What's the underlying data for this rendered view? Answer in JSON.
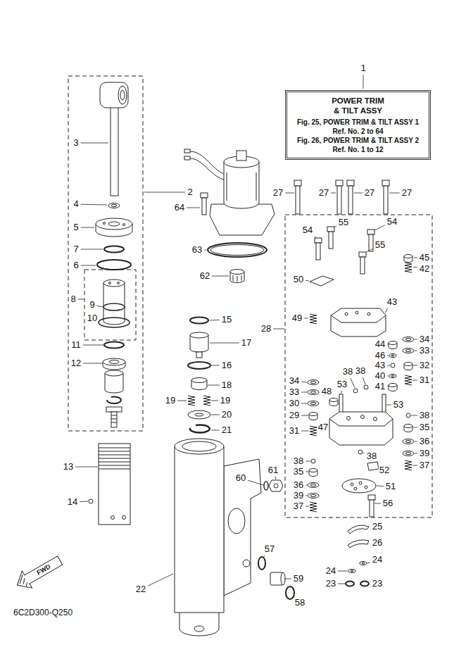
{
  "diagram": {
    "nodes": [
      {
        "text": [
          "POWER TRIM & TILT ASSY",
          "Fig. 25, POWER TRIM & TILT ASSY 1",
          "Ref. No. 2 to 64",
          "Fig. 26, POWER TRIM & TILT ASSY 2",
          "Ref. No. 1 to 12"
        ]
      }
    ],
    "labels": [
      "1",
      "3",
      "27",
      "27",
      "27",
      "27",
      "2",
      "4",
      "64",
      "55",
      "54",
      "5",
      "54",
      "55",
      "7",
      "63",
      "45",
      "6",
      "42",
      "62",
      "50",
      "8",
      "43",
      "9",
      "10",
      "49",
      "15",
      "28",
      "34",
      "44",
      "17",
      "11",
      "33",
      "46",
      "12",
      "43",
      "32",
      "16",
      "38",
      "38",
      "40",
      "31",
      "34",
      "18",
      "41",
      "53",
      "48",
      "33",
      "19",
      "19",
      "30",
      "53",
      "20",
      "38",
      "29",
      "47",
      "35",
      "21",
      "31",
      "36",
      "38",
      "39",
      "38",
      "37",
      "13",
      "61",
      "52",
      "35",
      "60",
      "36",
      "51",
      "39",
      "14",
      "56",
      "37",
      "25",
      "26",
      "57",
      "24",
      "24",
      "59",
      "23",
      "23",
      "22",
      "58",
      "FWD",
      "6C2D300-Q250"
    ]
  }
}
